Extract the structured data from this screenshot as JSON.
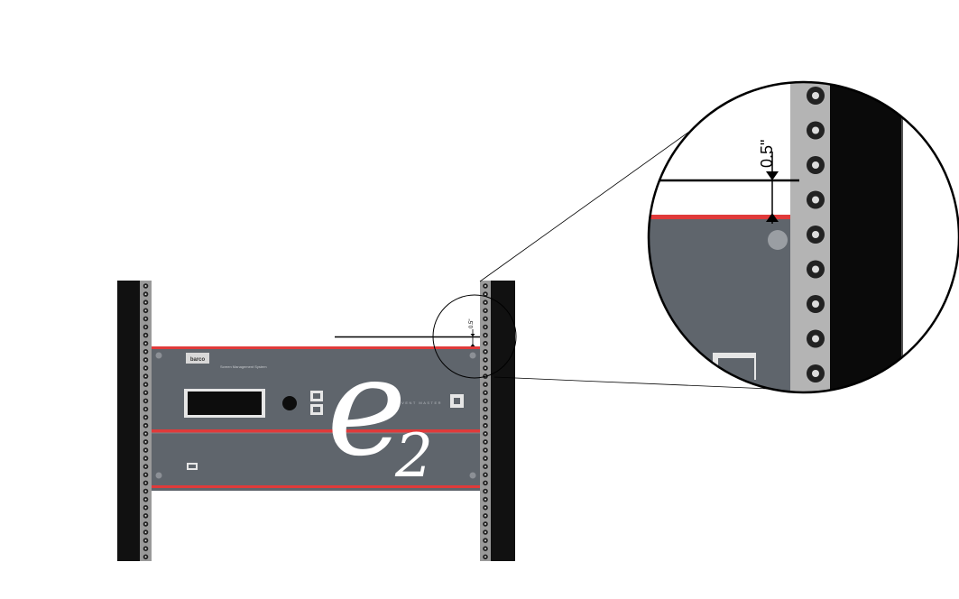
{
  "device": {
    "logo": "barco",
    "subtitle": "Screen Management System",
    "product_text": "EVENT MASTER",
    "brand_mark": "e",
    "brand_sub": "2"
  },
  "annotation": {
    "clearance_small": "0.5\"",
    "clearance_zoom": "0.5\""
  },
  "colors": {
    "panel": "#5f656c",
    "stripe": "#e03a3a",
    "rail": "#111111",
    "hole_strip": "#9a9a9a"
  }
}
